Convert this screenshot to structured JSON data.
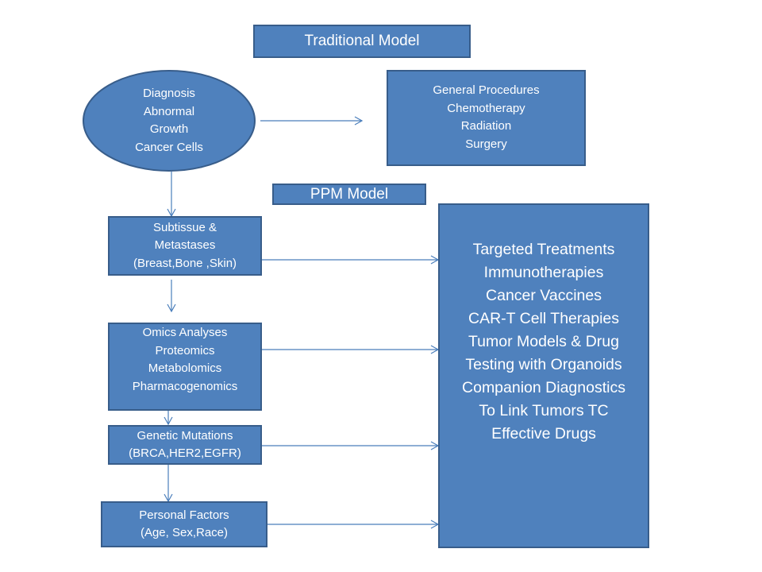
{
  "traditional": {
    "title": "Traditional Model",
    "diagnosis": [
      "Diagnosis",
      "Abnormal",
      "Growth",
      "Cancer Cells"
    ],
    "procedures": [
      "General Procedures",
      "Chemotherapy",
      "Radiation",
      "Surgery"
    ]
  },
  "ppm": {
    "title": "PPM Model",
    "subtissue": [
      "Subtissue &",
      "Metastases",
      "(Breast,Bone ,Skin)"
    ],
    "omics": [
      "Omics Analyses",
      "Proteomics",
      "Metabolomics",
      "Pharmacogenomics"
    ],
    "genetic": [
      "Genetic Mutations",
      "(BRCA,HER2,EGFR)"
    ],
    "personal": [
      "Personal Factors",
      "(Age, Sex,Race)"
    ],
    "treatments": [
      "Targeted Treatments",
      "Immunotherapies",
      "Cancer Vaccines",
      "CAR-T Cell Therapies",
      "Tumor Models & Drug",
      "Testing with Organoids",
      "Companion Diagnostics",
      "To Link Tumors TC",
      "Effective Drugs"
    ]
  },
  "colors": {
    "fill": "#4f81bd",
    "border": "#385d8a",
    "text": "#ffffff"
  }
}
